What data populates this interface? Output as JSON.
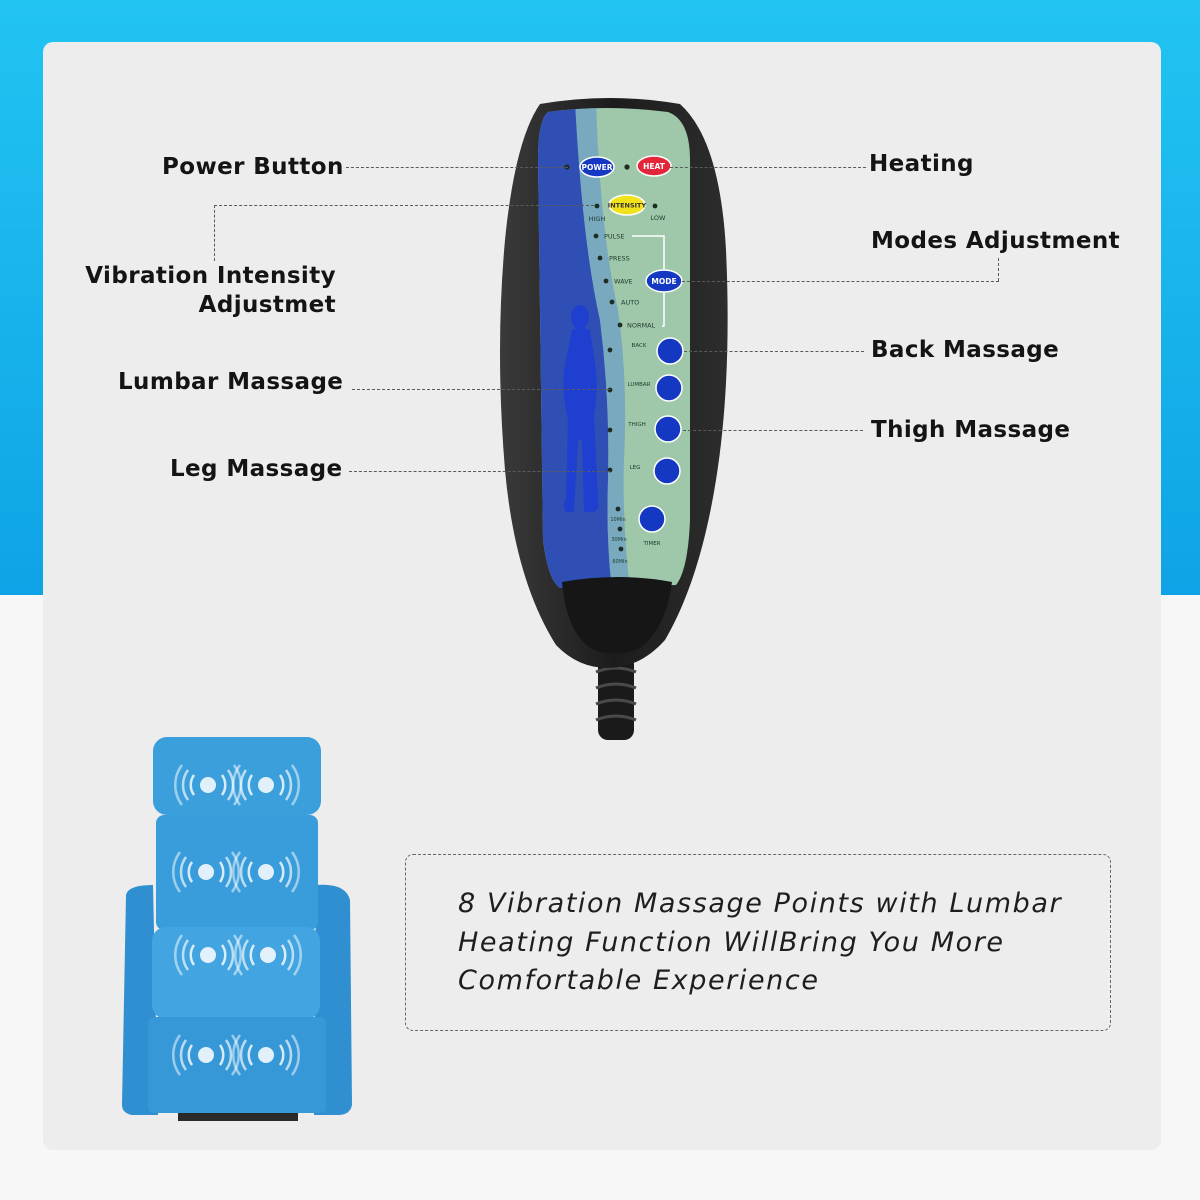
{
  "labels": {
    "power": "Power Button",
    "heating": "Heating",
    "intensity_line1": "Vibration Intensity",
    "intensity_line2": "Adjustmet",
    "modes": "Modes Adjustment",
    "back": "Back Massage",
    "lumbar": "Lumbar Massage",
    "thigh": "Thigh Massage",
    "leg": "Leg Massage"
  },
  "remote": {
    "power_btn": "POWER",
    "heat_btn": "HEAT",
    "intensity_btn": "INTENSITY",
    "high": "HIGH",
    "low": "LOW",
    "modes": [
      "PULSE",
      "PRESS",
      "WAVE",
      "AUTO",
      "NORMAL"
    ],
    "mode_btn": "MODE",
    "zones": [
      "BACK",
      "LUMBAR",
      "THIGH",
      "LEG"
    ],
    "timer_options": [
      "10Min",
      "30Min",
      "60Min"
    ],
    "timer_btn": "TIMER"
  },
  "callout": {
    "text": "8 Vibration Massage Points with Lumbar Heating Function WillBring You More Comfortable Experience"
  },
  "colors": {
    "sky_blue": "#0ea3e6",
    "panel": "#ededed",
    "remote_body": "#232323",
    "remote_face": "#9fc7a9",
    "zone_button": "#1538c2",
    "heat_red": "#e3263a",
    "intensity_yellow": "#f2e21a",
    "chair_blue": "#3b9fdc"
  },
  "icons": [
    "vibration-wave-icon",
    "body-silhouette-icon"
  ]
}
